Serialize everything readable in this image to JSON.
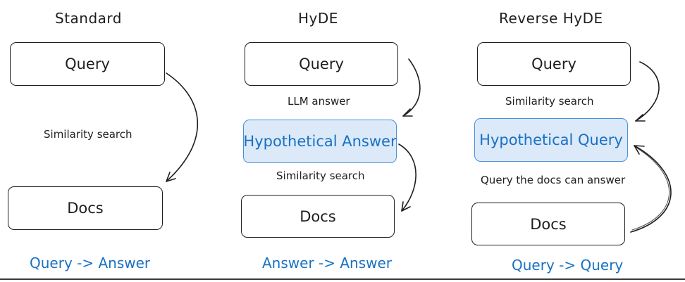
{
  "columns": [
    {
      "title": "Standard",
      "boxes": [
        "Query",
        "Docs"
      ],
      "labels": [
        "Similarity search"
      ],
      "footer": "Query -> Answer"
    },
    {
      "title": "HyDE",
      "boxes": [
        "Query",
        "Hypothetical Answer",
        "Docs"
      ],
      "labels": [
        "LLM answer",
        "Similarity search"
      ],
      "footer": "Answer -> Answer"
    },
    {
      "title": "Reverse HyDE",
      "boxes": [
        "Query",
        "Hypothetical Query",
        "Docs"
      ],
      "labels": [
        "Similarity search",
        "Query the docs can answer"
      ],
      "footer": "Query -> Query"
    }
  ],
  "colors": {
    "ink": "#1e1e1e",
    "accent": "#1971c2",
    "highlight_fill": "#dbe9f9",
    "highlight_stroke": "#4a90d9"
  }
}
